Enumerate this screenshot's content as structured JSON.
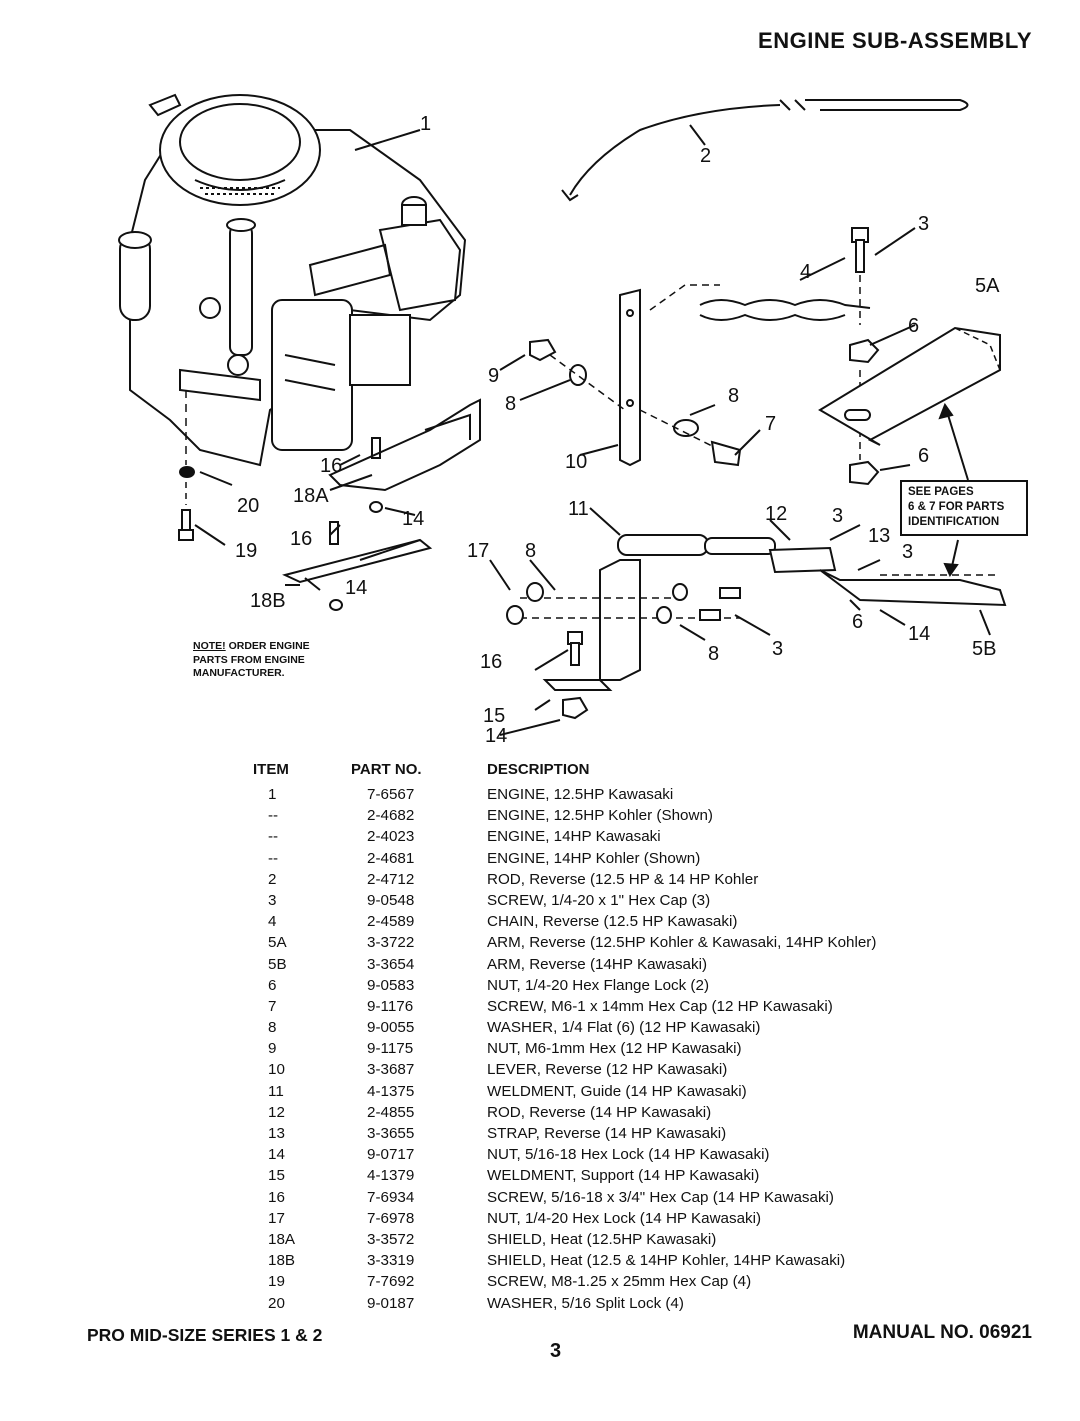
{
  "header": {
    "title": "ENGINE SUB-ASSEMBLY"
  },
  "diagram": {
    "callouts": [
      "1",
      "2",
      "3",
      "4",
      "5A",
      "6",
      "9",
      "8",
      "8",
      "7",
      "10",
      "6",
      "16",
      "20",
      "18A",
      "14",
      "11",
      "12",
      "3",
      "13",
      "3",
      "16",
      "19",
      "17",
      "8",
      "18B",
      "14",
      "6",
      "14",
      "5B",
      "16",
      "8",
      "3",
      "15",
      "14"
    ],
    "note": {
      "lead": "NOTE!",
      "line1": " ORDER ENGINE",
      "line2": "PARTS FROM ENGINE",
      "line3": "MANUFACTURER."
    },
    "see_box": {
      "line1": "SEE PAGES",
      "line2": "6 & 7 FOR PARTS",
      "line3": "IDENTIFICATION"
    }
  },
  "table": {
    "headers": {
      "item": "ITEM",
      "part_no": "PART NO.",
      "description": "DESCRIPTION"
    },
    "rows": [
      {
        "item": "1",
        "part_no": "7-6567",
        "description": "ENGINE, 12.5HP Kawasaki"
      },
      {
        "item": "--",
        "part_no": "2-4682",
        "description": "ENGINE, 12.5HP Kohler (Shown)"
      },
      {
        "item": "--",
        "part_no": "2-4023",
        "description": "ENGINE, 14HP Kawasaki"
      },
      {
        "item": "--",
        "part_no": "2-4681",
        "description": "ENGINE, 14HP Kohler (Shown)"
      },
      {
        "item": "2",
        "part_no": "2-4712",
        "description": "ROD, Reverse (12.5 HP & 14 HP Kohler"
      },
      {
        "item": "3",
        "part_no": "9-0548",
        "description": "SCREW, 1/4-20 x 1\" Hex Cap (3)"
      },
      {
        "item": "4",
        "part_no": "2-4589",
        "description": "CHAIN, Reverse (12.5 HP Kawasaki)"
      },
      {
        "item": "5A",
        "part_no": "3-3722",
        "description": "ARM, Reverse (12.5HP Kohler & Kawasaki, 14HP Kohler)"
      },
      {
        "item": "5B",
        "part_no": "3-3654",
        "description": "ARM, Reverse (14HP Kawasaki)"
      },
      {
        "item": "6",
        "part_no": "9-0583",
        "description": "NUT, 1/4-20 Hex Flange Lock (2)"
      },
      {
        "item": "7",
        "part_no": "9-1176",
        "description": "SCREW, M6-1 x 14mm Hex Cap (12 HP Kawasaki)"
      },
      {
        "item": "8",
        "part_no": "9-0055",
        "description": "WASHER, 1/4 Flat (6) (12 HP Kawasaki)"
      },
      {
        "item": "9",
        "part_no": "9-1175",
        "description": "NUT, M6-1mm Hex (12 HP Kawasaki)"
      },
      {
        "item": "10",
        "part_no": "3-3687",
        "description": "LEVER, Reverse (12 HP Kawasaki)"
      },
      {
        "item": "11",
        "part_no": "4-1375",
        "description": "WELDMENT, Guide (14 HP Kawasaki)"
      },
      {
        "item": "12",
        "part_no": "2-4855",
        "description": "ROD, Reverse (14 HP Kawasaki)"
      },
      {
        "item": "13",
        "part_no": "3-3655",
        "description": "STRAP, Reverse (14 HP Kawasaki)"
      },
      {
        "item": "14",
        "part_no": "9-0717",
        "description": "NUT, 5/16-18 Hex Lock (14 HP Kawasaki)"
      },
      {
        "item": "15",
        "part_no": "4-1379",
        "description": "WELDMENT, Support (14 HP Kawasaki)"
      },
      {
        "item": "16",
        "part_no": "7-6934",
        "description": "SCREW, 5/16-18 x 3/4\" Hex Cap (14 HP Kawasaki)"
      },
      {
        "item": "17",
        "part_no": "7-6978",
        "description": "NUT, 1/4-20 Hex Lock (14 HP Kawasaki)"
      },
      {
        "item": "18A",
        "part_no": "3-3572",
        "description": "SHIELD, Heat (12.5HP Kawasaki)"
      },
      {
        "item": "18B",
        "part_no": "3-3319",
        "description": "SHIELD, Heat (12.5 & 14HP Kohler, 14HP Kawasaki)"
      },
      {
        "item": "19",
        "part_no": "7-7692",
        "description": "SCREW, M8-1.25 x 25mm Hex Cap (4)"
      },
      {
        "item": "20",
        "part_no": "9-0187",
        "description": "WASHER, 5/16 Split Lock (4)"
      }
    ]
  },
  "footer": {
    "series": "PRO MID-SIZE SERIES 1 & 2",
    "page": "3",
    "manual": "MANUAL NO. 06921"
  }
}
